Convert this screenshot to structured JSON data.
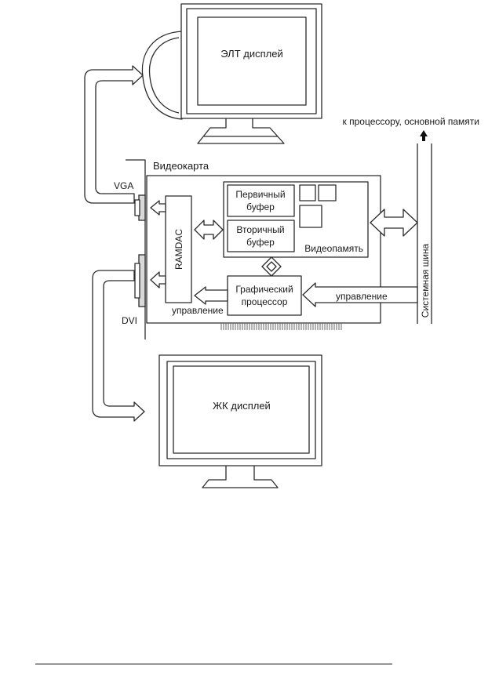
{
  "diagram": {
    "crt_monitor_label": "ЭЛТ дисплей",
    "lcd_monitor_label": "ЖК дисплей",
    "cpu_memory_label": "к процессору, основной памяти",
    "videocard_label": "Видеокарта",
    "vga_label": "VGA",
    "dvi_label": "DVI",
    "ramdac_label": "RAMDAC",
    "primary_buffer_line1": "Первичный",
    "primary_buffer_line2": "буфер",
    "secondary_buffer_line1": "Вторичный",
    "secondary_buffer_line2": "буфер",
    "videomemory_label": "Видеопамять",
    "gpu_line1": "Графический",
    "gpu_line2": "процессор",
    "control_label_right": "управление",
    "control_label_left": "управление",
    "system_bus_label": "Системная шина"
  }
}
